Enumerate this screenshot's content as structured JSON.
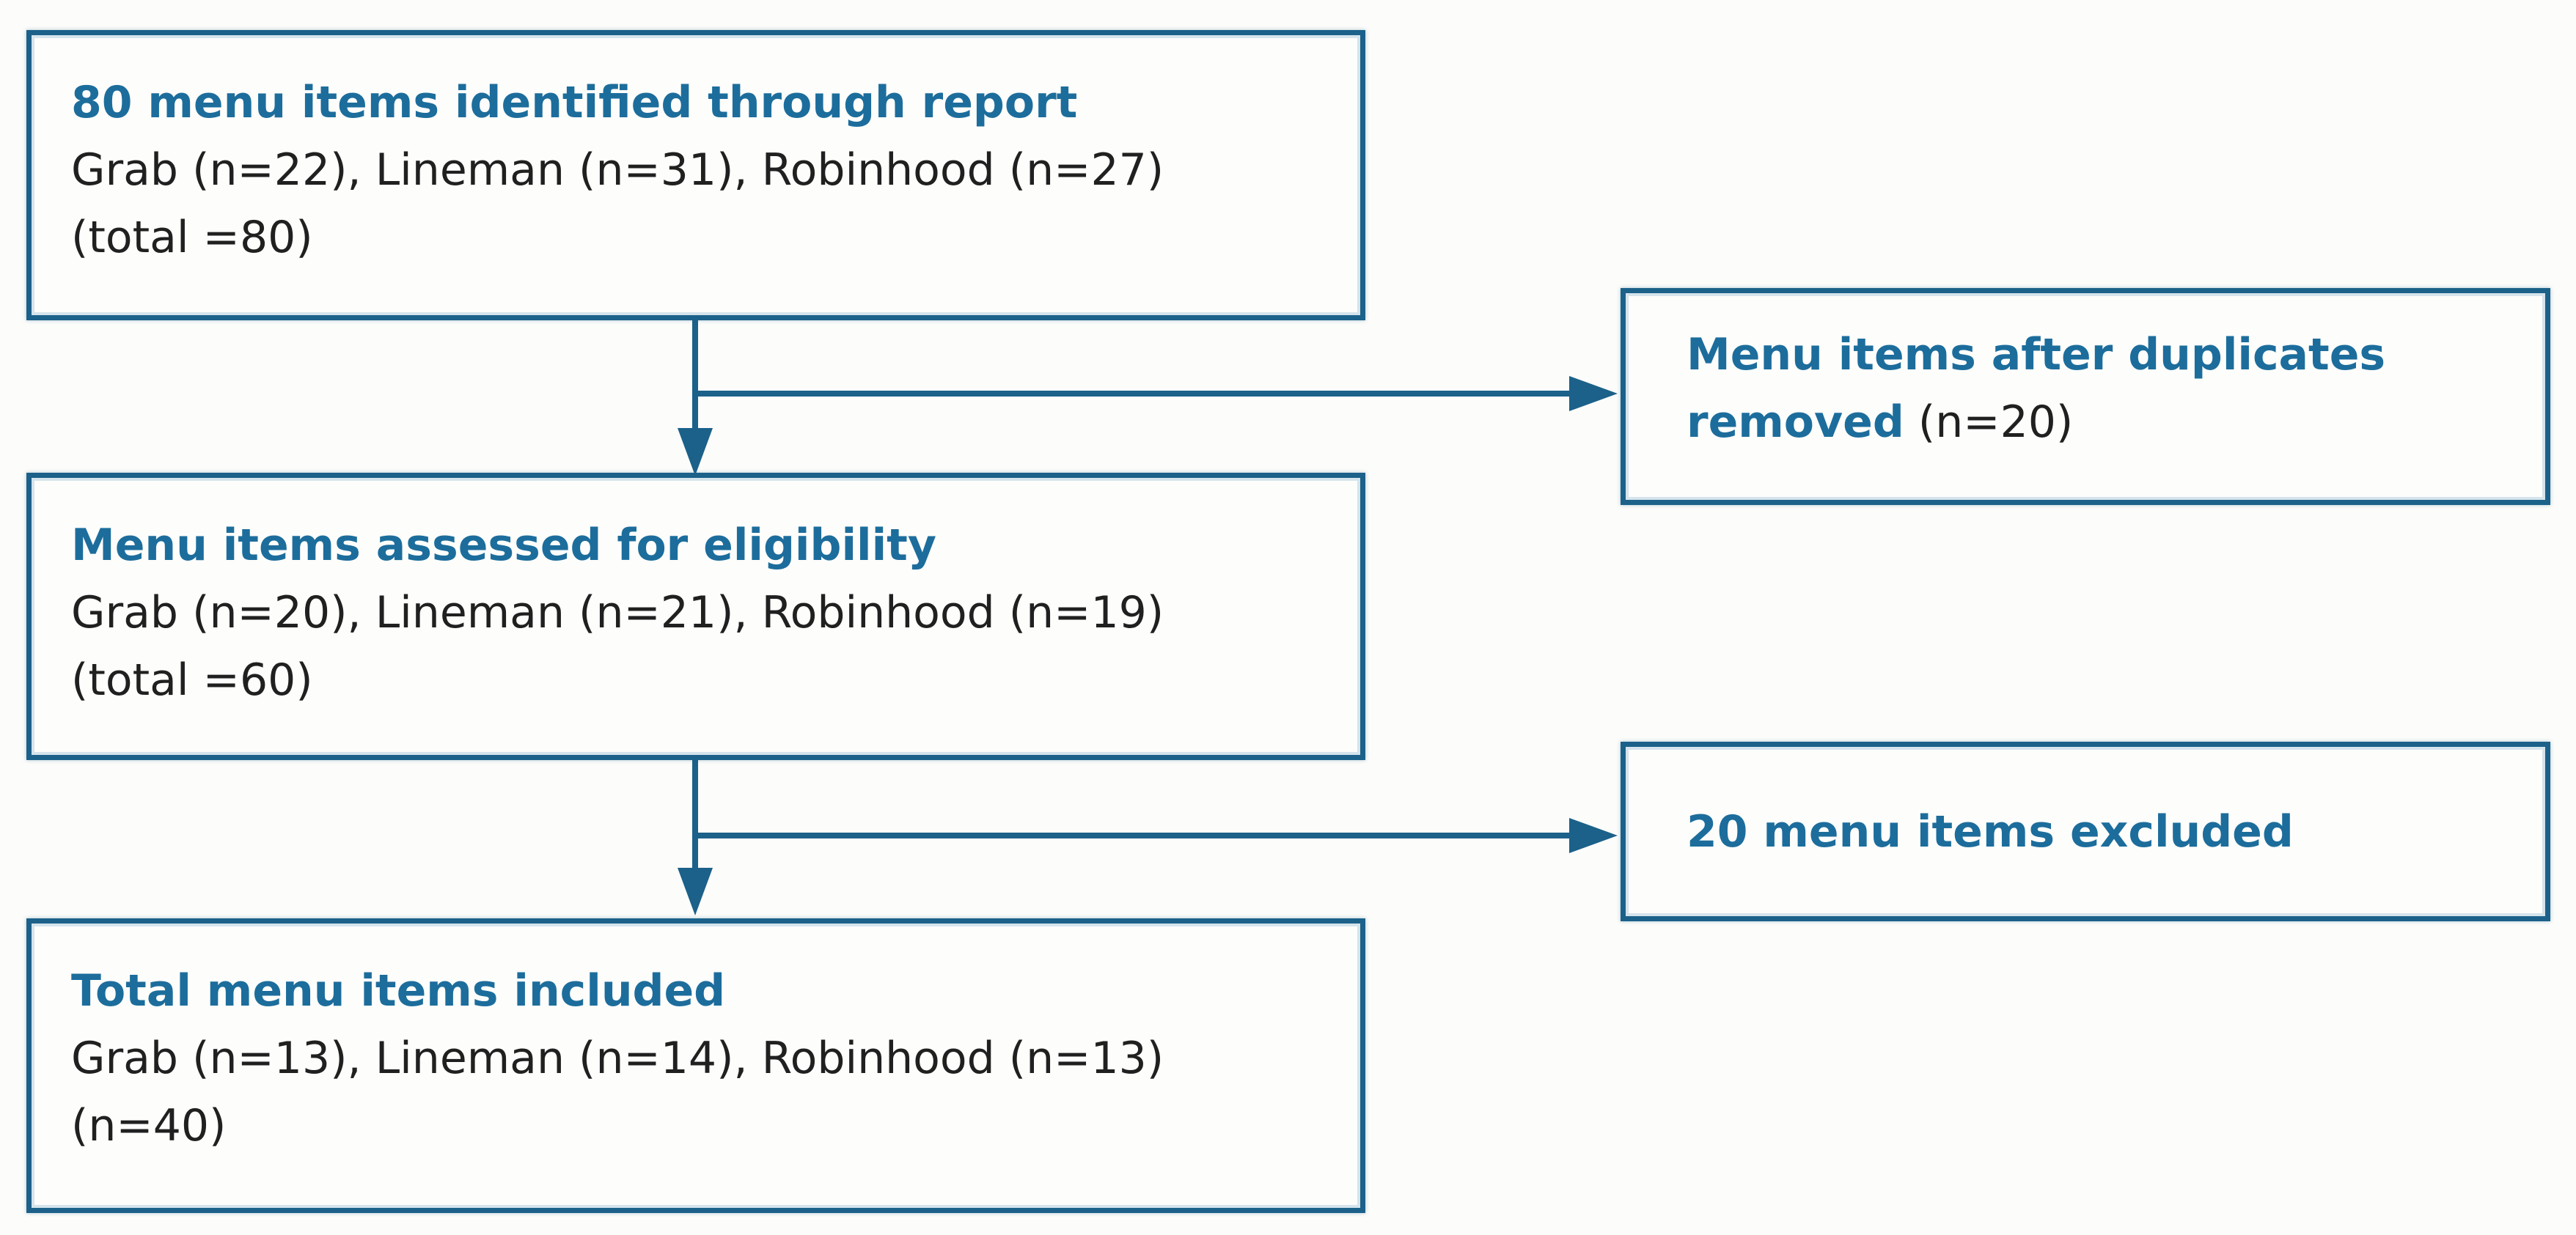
{
  "colors": {
    "accent": "#1b618a",
    "heading": "#1c6d9c",
    "body": "#202020",
    "page_bg": "#fcfcfa",
    "box_bg": "#fdfdfb"
  },
  "flowchart": {
    "box_identified": {
      "heading": "80 menu items identified through report",
      "detail": "Grab (n=22), Lineman (n=31), Robinhood (n=27)",
      "total": "(total =80)"
    },
    "box_duplicates_removed": {
      "heading": "Menu items after duplicates removed",
      "count": "(n=20)"
    },
    "box_assessed": {
      "heading": "Menu items assessed for eligibility",
      "detail": "Grab (n=20), Lineman (n=21), Robinhood (n=19)",
      "total": "(total =60)"
    },
    "box_excluded": {
      "heading": "20 menu items excluded"
    },
    "box_included": {
      "heading": "Total menu items included",
      "detail": "Grab (n=13), Lineman (n=14), Robinhood (n=13)",
      "total": "(n=40)"
    }
  }
}
